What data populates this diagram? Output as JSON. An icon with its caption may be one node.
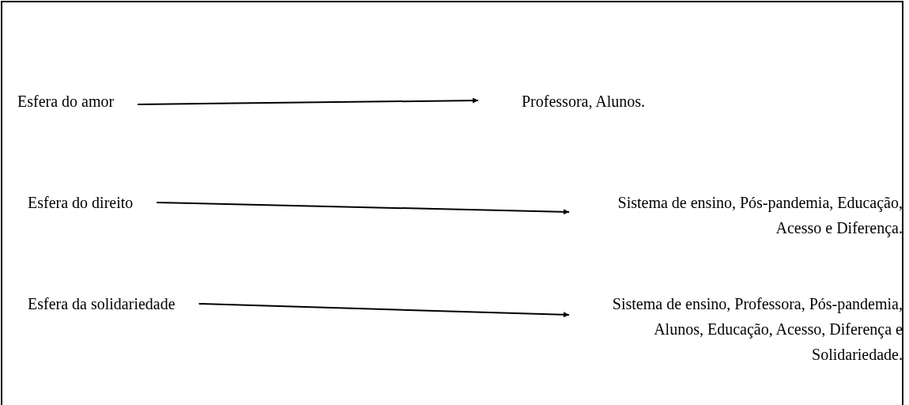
{
  "diagram": {
    "nodes": [
      {
        "text": [
          "Esfera do amor"
        ]
      },
      {
        "text": [
          "Professora, Alunos."
        ]
      },
      {
        "text": [
          "Esfera do direito"
        ]
      },
      {
        "text": [
          "Sistema de ensino, Pós-pandemia, Educação, Acesso e Diferença."
        ]
      },
      {
        "text": [
          "Esfera da solidariedade"
        ]
      },
      {
        "text": [
          "Sistema de ensino, Professora, Pós-pandemia, Alunos, Educação, Acesso, Diferença e Solidariedade."
        ]
      }
    ],
    "edges": [
      {
        "from": 0,
        "to": 1,
        "arrow": "to"
      },
      {
        "from": 2,
        "to": 3,
        "arrow": "to"
      },
      {
        "from": 4,
        "to": 5,
        "arrow": "to"
      }
    ]
  }
}
